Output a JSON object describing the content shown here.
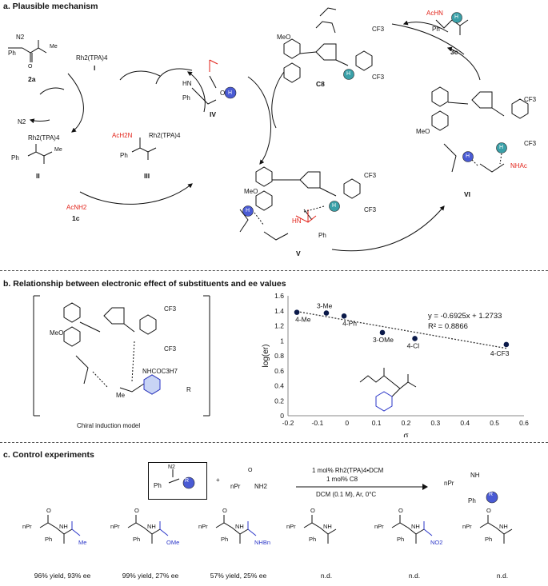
{
  "panel_a": {
    "title": "a. Plausible mechanism",
    "labels": {
      "c2a": "2a",
      "cI": "I",
      "cII": "II",
      "cIII": "III",
      "cIV": "IV",
      "cV": "V",
      "cVI": "VI",
      "c1c": "1c",
      "c3c": "3c",
      "cC8": "C8"
    },
    "texts": {
      "rh_I": "Rh2(TPA)4",
      "rh_II": "Rh2(TPA)4",
      "rh_III": "Rh2(TPA)4",
      "n2": "N2",
      "acnh2": "AcNH2",
      "ach2n": "AcH2N",
      "meo": "MeO",
      "achn": "AcHN",
      "nhac": "NHAc",
      "cf3": "CF3",
      "h": "H",
      "ph": "Ph",
      "me": "Me",
      "n": "N",
      "o": "O",
      "hn": "HN"
    }
  },
  "panel_b": {
    "title": "b. Relationship between electronic effect of substituents and ee values",
    "model_caption": "Chiral induction model",
    "model_texts": {
      "meo": "MeO",
      "cf3": "CF3",
      "nhcoc3h7": "NHCOC3H7",
      "me": "Me",
      "r": "R",
      "n": "N",
      "h": "H",
      "o": "O"
    }
  },
  "chart_data": {
    "type": "scatter",
    "xlabel": "σ",
    "ylabel": "log(er)",
    "xlim": [
      -0.2,
      0.6
    ],
    "ylim": [
      0,
      1.6
    ],
    "xticks": [
      "-0.2",
      "-0.1",
      "0",
      "0.1",
      "0.2",
      "0.3",
      "0.4",
      "0.5",
      "0.6"
    ],
    "yticks": [
      "0",
      "0.2",
      "0.4",
      "0.6",
      "0.8",
      "1",
      "1.2",
      "1.4",
      "1.6"
    ],
    "points": [
      {
        "label": "4-Me",
        "x": -0.17,
        "y": 1.38
      },
      {
        "label": "3-Me",
        "x": -0.07,
        "y": 1.37
      },
      {
        "label": "4-Ph",
        "x": -0.01,
        "y": 1.33
      },
      {
        "label": "3-OMe",
        "x": 0.12,
        "y": 1.11
      },
      {
        "label": "4-Cl",
        "x": 0.23,
        "y": 1.03
      },
      {
        "label": "4-CF3",
        "x": 0.54,
        "y": 0.95
      }
    ],
    "trendline": {
      "slope": -0.6925,
      "intercept": 1.2733
    },
    "equation": "y = -0.6925x + 1.2733",
    "r2": "R² = 0.8866"
  },
  "panel_c": {
    "title": "c. Control experiments",
    "conditions": {
      "line1": "1 mol% Rh2(TPA)4•DCM",
      "line2": "1 mol% C8",
      "line3": "DCM (0.1 M), Ar, 0°C"
    },
    "plus": "+",
    "products": [
      {
        "result": "96% yield, 93% ee",
        "group": "Me"
      },
      {
        "result": "99% yield, 27% ee",
        "group": "OMe"
      },
      {
        "result": "57% yield, 25% ee",
        "group": "NHBn"
      },
      {
        "result": "n.d.",
        "group": ""
      },
      {
        "result": "n.d.",
        "group": "NO2"
      },
      {
        "result": "n.d.",
        "group": ""
      }
    ],
    "texts": {
      "npr": "nPr",
      "nh2": "NH2",
      "nh": "NH",
      "ph": "Ph",
      "o": "O",
      "n": "N",
      "r": "R",
      "n2": "N2"
    }
  }
}
